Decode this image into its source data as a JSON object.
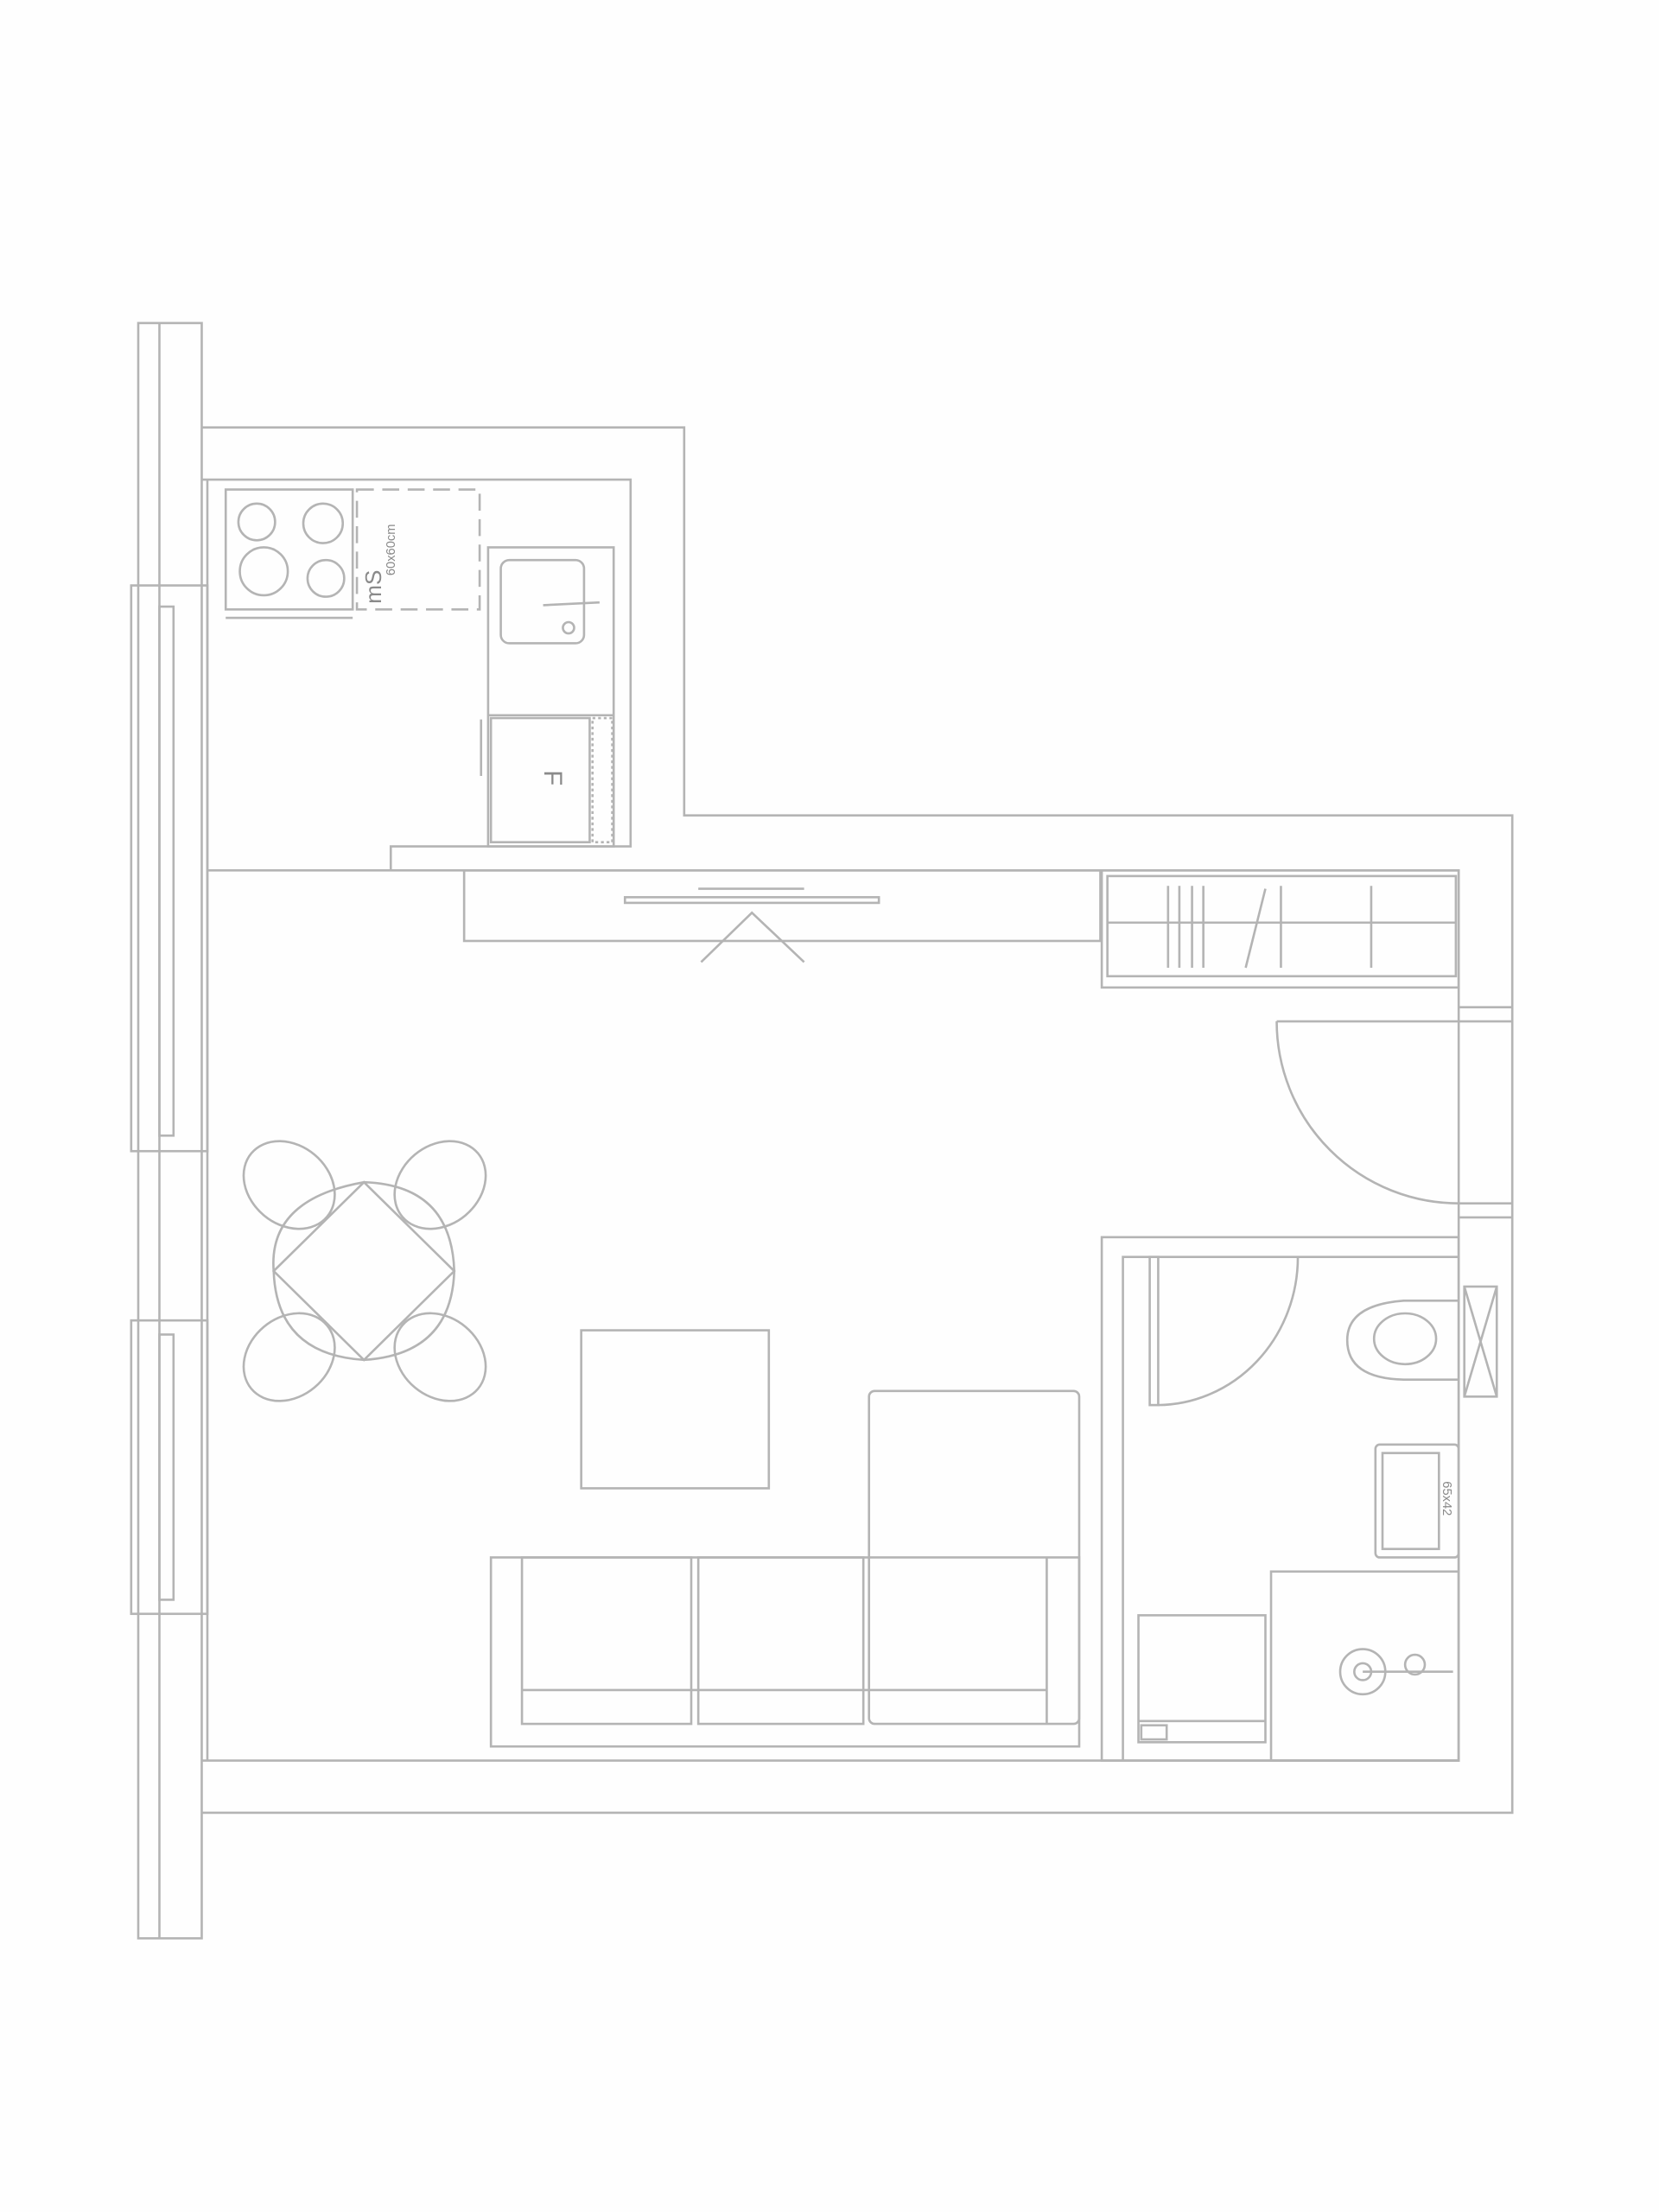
{
  "plan": {
    "labels": {
      "fridge": "F",
      "microwave": "mS",
      "microwave_size": "60x60cm",
      "bath_sink_size": "65x42"
    },
    "colors": {
      "line": "#eeeeee",
      "background": "#fefefe"
    }
  }
}
